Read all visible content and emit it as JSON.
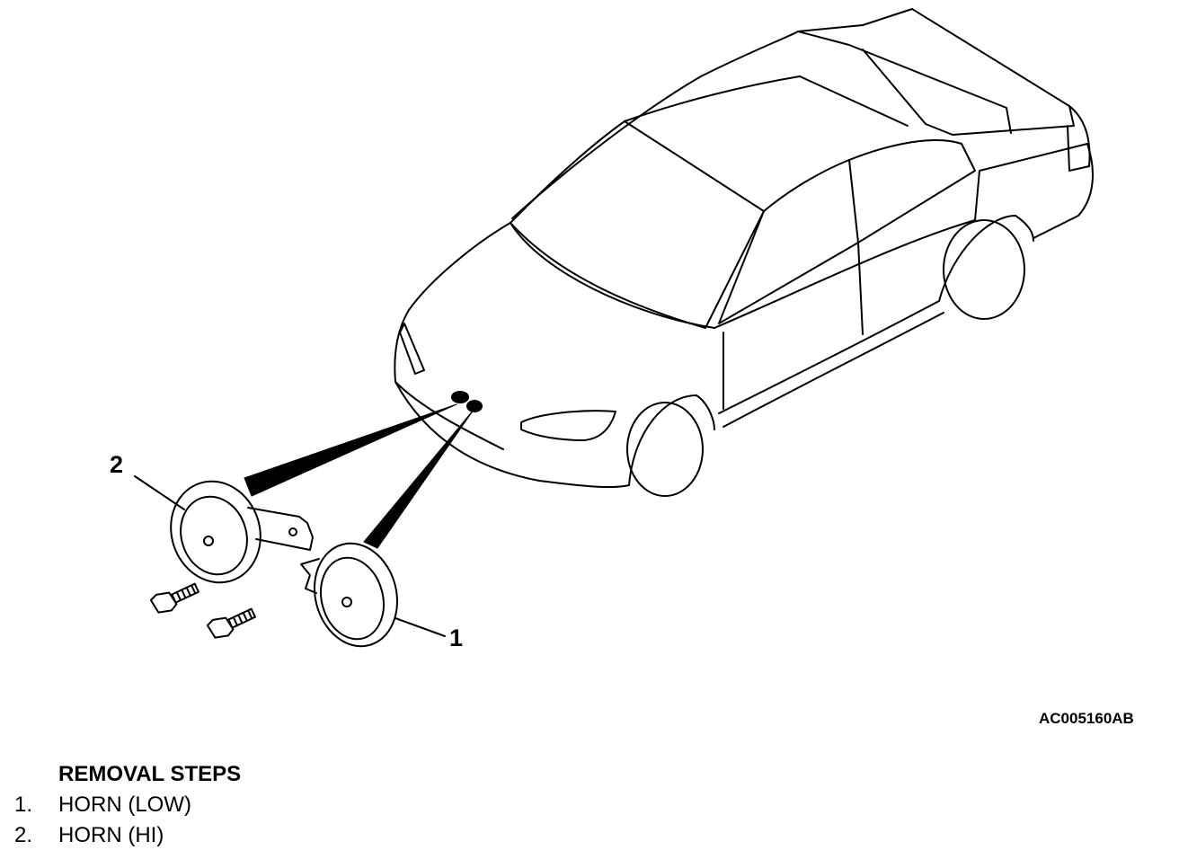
{
  "diagram": {
    "callouts": {
      "one": "1",
      "two": "2"
    },
    "figure_code": "AC005160AB"
  },
  "removal": {
    "title": "REMOVAL STEPS",
    "steps": [
      {
        "number": "1.",
        "label": "HORN (LOW)"
      },
      {
        "number": "2.",
        "label": "HORN (HI)"
      }
    ]
  }
}
